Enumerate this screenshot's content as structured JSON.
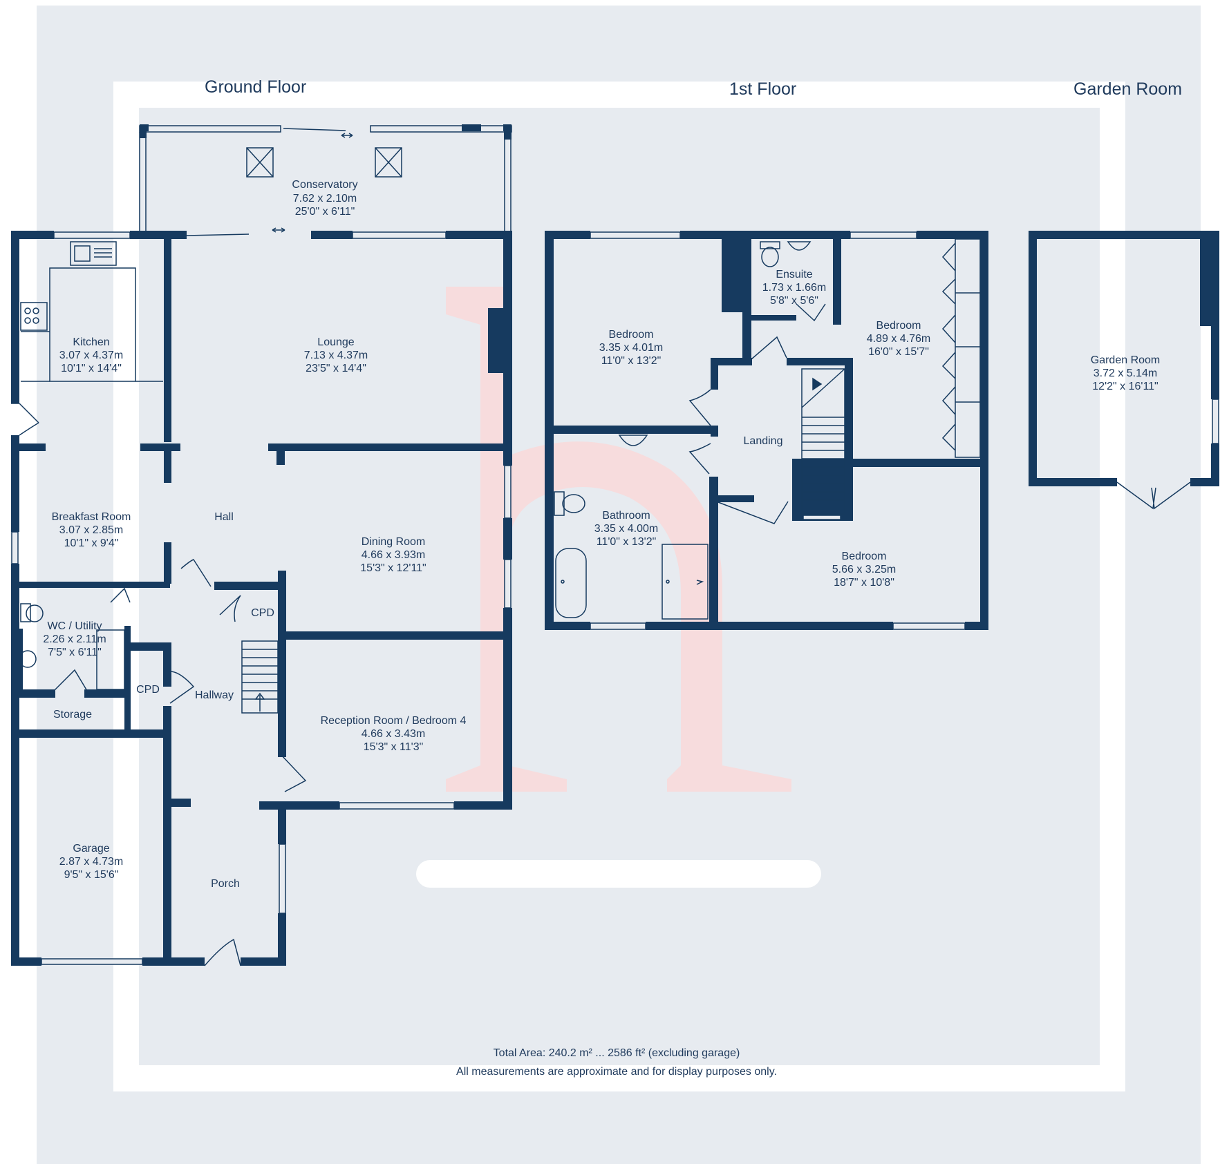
{
  "floor_titles": {
    "ground": "Ground Floor",
    "first": "1st Floor",
    "garden": "Garden Room"
  },
  "rooms": {
    "conservatory": {
      "name": "Conservatory",
      "metric": "7.62 x 2.10m",
      "imperial": "25'0\" x 6'11\""
    },
    "kitchen": {
      "name": "Kitchen",
      "metric": "3.07 x 4.37m",
      "imperial": "10'1\" x 14'4\""
    },
    "lounge": {
      "name": "Lounge",
      "metric": "7.13 x 4.37m",
      "imperial": "23'5\" x 14'4\""
    },
    "breakfast": {
      "name": "Breakfast Room",
      "metric": "3.07 x 2.85m",
      "imperial": "10'1\" x 9'4\""
    },
    "hall": {
      "name": "Hall"
    },
    "dining": {
      "name": "Dining Room",
      "metric": "4.66 x 3.93m",
      "imperial": "15'3\" x 12'11\""
    },
    "wc": {
      "name": "WC / Utility",
      "metric": "2.26 x 2.11m",
      "imperial": "7'5\" x 6'11\""
    },
    "cpd1": {
      "name": "CPD"
    },
    "cpd2": {
      "name": "CPD"
    },
    "hallway": {
      "name": "Hallway"
    },
    "storage": {
      "name": "Storage"
    },
    "reception": {
      "name": "Reception Room / Bedroom 4",
      "metric": "4.66 x 3.43m",
      "imperial": "15'3\" x 11'3\""
    },
    "garage": {
      "name": "Garage",
      "metric": "2.87 x 4.73m",
      "imperial": "9'5\" x 15'6\""
    },
    "porch": {
      "name": "Porch"
    },
    "bedroom1": {
      "name": "Bedroom",
      "metric": "3.35 x 4.01m",
      "imperial": "11'0\" x 13'2\""
    },
    "ensuite": {
      "name": "Ensuite",
      "metric": "1.73 x 1.66m",
      "imperial": "5'8\" x 5'6\""
    },
    "bedroom2": {
      "name": "Bedroom",
      "metric": "4.89 x 4.76m",
      "imperial": "16'0\" x 15'7\""
    },
    "landing": {
      "name": "Landing"
    },
    "bathroom": {
      "name": "Bathroom",
      "metric": "3.35 x 4.00m",
      "imperial": "11'0\" x 13'2\""
    },
    "bedroom3": {
      "name": "Bedroom",
      "metric": "5.66 x 3.25m",
      "imperial": "18'7\" x 10'8\""
    },
    "garden_room": {
      "name": "Garden Room",
      "metric": "3.72 x 5.14m",
      "imperial": "12'2\" x 16'11\""
    }
  },
  "footer": {
    "total_area": "Total Area: 240.2 m² ... 2586 ft² (excluding garage)",
    "disclaimer": "All measurements are approximate and for display purposes only."
  },
  "colors": {
    "wall": "#163a5f",
    "floor": "#e7ebf0",
    "frame": "#ffffff",
    "watermark": "#f9d9d9",
    "text": "#1f3a5c"
  }
}
